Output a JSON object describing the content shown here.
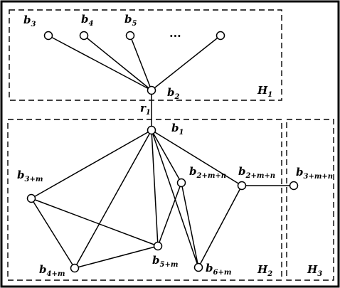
{
  "boxes": [
    {
      "id": "H1",
      "label": "H",
      "sub": "1"
    },
    {
      "id": "H2",
      "label": "H",
      "sub": "2"
    },
    {
      "id": "H3",
      "label": "H",
      "sub": "3"
    }
  ],
  "nodes": [
    {
      "id": "b3",
      "label": "b",
      "sub": "3"
    },
    {
      "id": "b4",
      "label": "b",
      "sub": "4"
    },
    {
      "id": "b5",
      "label": "b",
      "sub": "5"
    },
    {
      "id": "top-right",
      "label": "",
      "sub": ""
    },
    {
      "id": "b2",
      "label": "b",
      "sub": "2"
    },
    {
      "id": "b1",
      "label": "b",
      "sub": "1"
    },
    {
      "id": "b3m",
      "label": "b",
      "sub": "3+m"
    },
    {
      "id": "b4m",
      "label": "b",
      "sub": "4+m"
    },
    {
      "id": "b5m",
      "label": "b",
      "sub": "5+m"
    },
    {
      "id": "b6m",
      "label": "b",
      "sub": "6+m"
    },
    {
      "id": "b2mn",
      "label": "b",
      "sub": "2+m+n"
    },
    {
      "id": "b2mn-right",
      "label": "b",
      "sub": "2+m+n"
    },
    {
      "id": "b3mn",
      "label": "b",
      "sub": "3+m+n"
    }
  ],
  "ellipsis": "...",
  "edge_label": {
    "label": "r",
    "sub": "1"
  },
  "edges": [
    [
      "b3",
      "b2"
    ],
    [
      "b4",
      "b2"
    ],
    [
      "b5",
      "b2"
    ],
    [
      "top-right",
      "b2"
    ],
    [
      "b2",
      "b1"
    ],
    [
      "b1",
      "b3m"
    ],
    [
      "b1",
      "b4m"
    ],
    [
      "b1",
      "b5m"
    ],
    [
      "b1",
      "b6m"
    ],
    [
      "b1",
      "b2mn"
    ],
    [
      "b1",
      "b2mn-right"
    ],
    [
      "b3m",
      "b4m"
    ],
    [
      "b3m",
      "b5m"
    ],
    [
      "b4m",
      "b5m"
    ],
    [
      "b5m",
      "b2mn"
    ],
    [
      "b2mn",
      "b6m"
    ],
    [
      "b2mn-right",
      "b6m"
    ],
    [
      "b2mn-right",
      "b3mn"
    ]
  ]
}
